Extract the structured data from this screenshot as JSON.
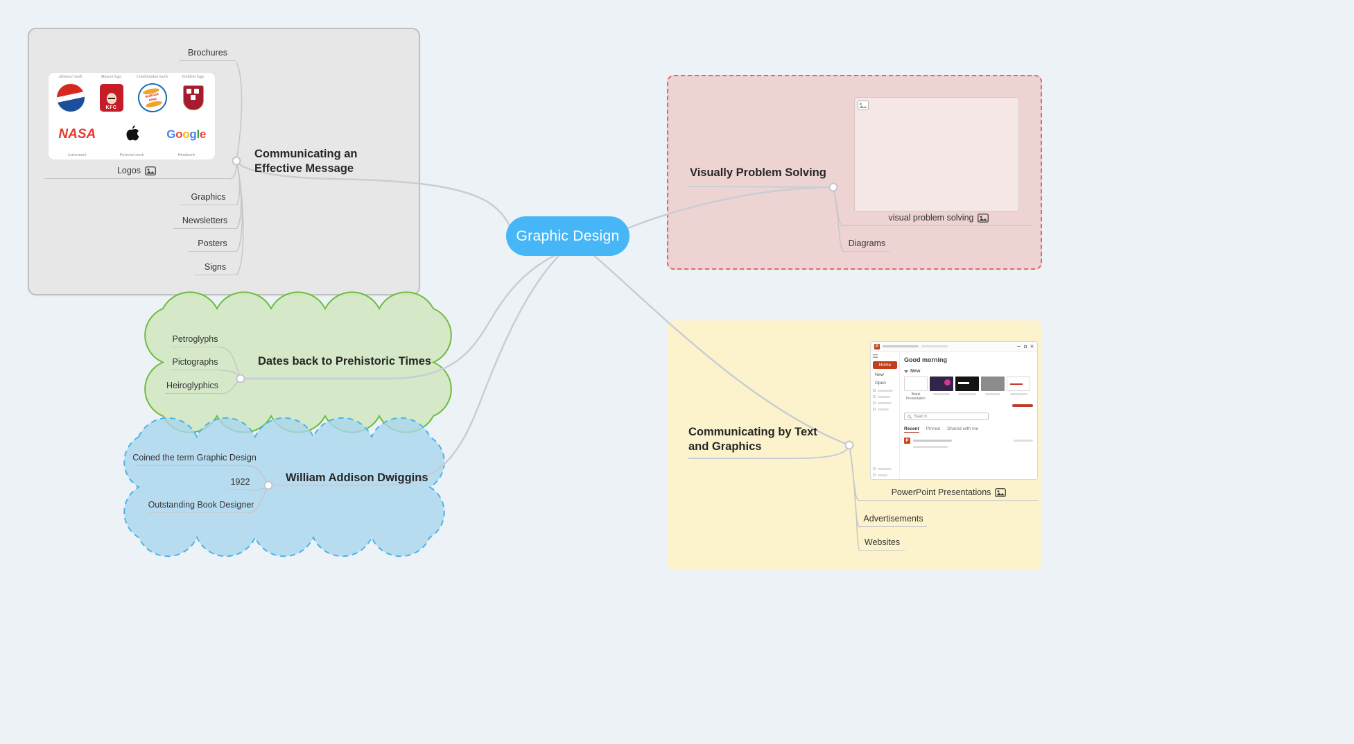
{
  "root": {
    "label": "Graphic Design"
  },
  "colors": {
    "root": "#47b6f7",
    "effective_box": "#e7e7e7",
    "visual_box": "#eed3d3",
    "text_box": "#fcf3cd",
    "green_cloud": "#6cbc3f",
    "blue_cloud": "#4db3e6"
  },
  "effective_message": {
    "title": "Communicating an Effective Message",
    "items": {
      "brochures": "Brochures",
      "logos": "Logos",
      "graphics": "Graphics",
      "newsletters": "Newsletters",
      "posters": "Posters",
      "signs": "Signs"
    },
    "logo_chart": {
      "top_labels": [
        "Abstract mark",
        "Mascot logo",
        "Combination mark",
        "Emblem logo"
      ],
      "bottom_labels": [
        "Lettermark",
        "Pictorial mark",
        "Wordmark"
      ],
      "kfc": "KFC",
      "burger_king": [
        "BURGER",
        "KING"
      ],
      "nasa": "NASA",
      "google": [
        "G",
        "o",
        "o",
        "g",
        "l",
        "e"
      ]
    }
  },
  "visually_problem_solving": {
    "title": "Visually Problem Solving",
    "image_caption": "visual problem solving",
    "items": {
      "diagrams": "Diagrams"
    }
  },
  "prehistoric": {
    "title": "Dates back to Prehistoric Times",
    "items": {
      "petroglyphs": "Petroglyphs",
      "pictographs": "Pictographs",
      "heiroglyphics": "Heiroglyphics"
    }
  },
  "dwiggins": {
    "title": "William Addison Dwiggins",
    "items": {
      "coined": "Coined the term Graphic Design",
      "year": "1922",
      "book": "Outstanding Book Designer"
    }
  },
  "text_and_graphics": {
    "title": "Communicating by Text and Graphics",
    "items": {
      "powerpoint": "PowerPoint Presentations",
      "advertisements": "Advertisements",
      "websites": "Websites"
    },
    "ppt": {
      "app_initial": "P",
      "greeting": "Good morning",
      "new_label": "New",
      "blank_caption": "Blank Presentation",
      "search_placeholder": "Search",
      "tabs": [
        "Recent",
        "Pinned",
        "Shared with me"
      ],
      "nav": [
        "Home",
        "New",
        "Open"
      ]
    }
  }
}
